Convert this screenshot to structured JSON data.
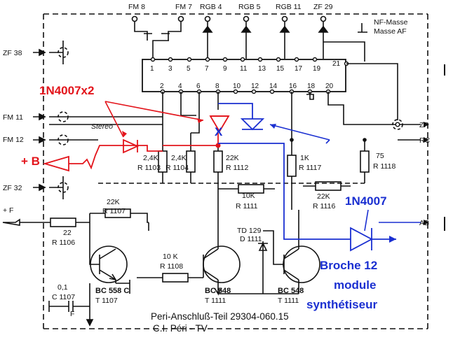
{
  "top_labels": [
    "FM 8",
    "FM 7",
    "RGB 4",
    "RGB 5",
    "RGB 11",
    "ZF 29"
  ],
  "ground_legend": [
    "NF-Masse",
    "Masse AF"
  ],
  "left_labels": [
    "ZF 38",
    "FM 11",
    "FM 12",
    "+ B",
    "ZF 32",
    "+ F"
  ],
  "right_labels": [
    "ZF",
    "RC",
    "AB"
  ],
  "ic_pins_top": [
    "1",
    "3",
    "5",
    "7",
    "9",
    "11",
    "13",
    "15",
    "17",
    "19",
    "21"
  ],
  "ic_pins_bottom": [
    "2",
    "4",
    "6",
    "8",
    "10",
    "12",
    "14",
    "16",
    "18",
    "20"
  ],
  "stereo_label": "Stereo",
  "resistors": [
    {
      "value": "2,4K",
      "ref": "R 1103"
    },
    {
      "value": "2,4K",
      "ref": "R 1104"
    },
    {
      "value": "22K",
      "ref": "R 1112"
    },
    {
      "value": "1K",
      "ref": "R 1117"
    },
    {
      "value": "75",
      "ref": "R 1118"
    },
    {
      "value": "10K",
      "ref": "R 1111"
    },
    {
      "value": "22K",
      "ref": "R 1116"
    },
    {
      "value": "22K",
      "ref": "R 1107"
    },
    {
      "value": "22",
      "ref": "R 1106"
    },
    {
      "value": "10 K",
      "ref": "R 1108"
    }
  ],
  "diode_label": [
    "TD 129",
    "D 1111"
  ],
  "capacitor": [
    "0,1",
    "C 1107",
    "F"
  ],
  "transistors": [
    {
      "type": "BC 558 C",
      "ref": "T 1107"
    },
    {
      "type": "BC 548",
      "ref": "T 1111"
    },
    {
      "type": "BC 548",
      "ref": "T 1111"
    }
  ],
  "footer": [
    "Peri-Anschluß-Teil 29304-060.15",
    "C.I. Péri - TV"
  ],
  "annotations": {
    "red_diodes": "1N4007x2",
    "blue_diode": "1N4007",
    "broche": [
      "Broche 12",
      "module",
      "synthétiseur"
    ]
  },
  "colors": {
    "red": "#e3141b",
    "blue": "#1a2fd1",
    "ink": "#111111"
  }
}
